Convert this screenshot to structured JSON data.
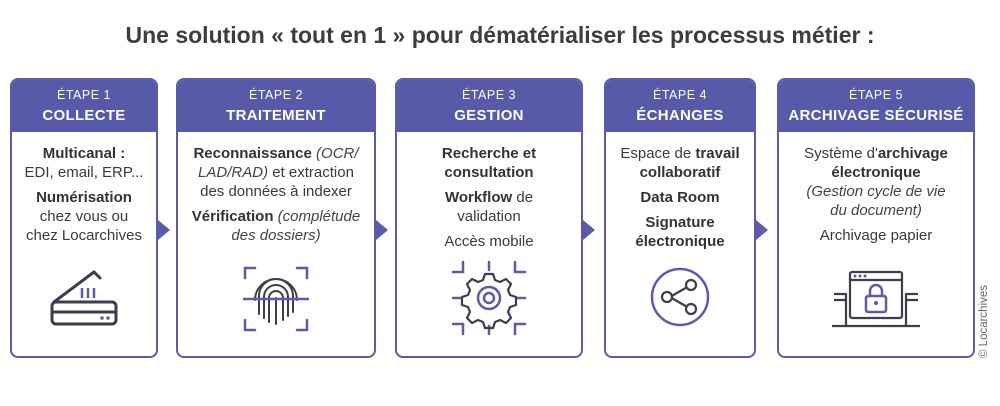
{
  "title": "Une solution « tout en 1 » pour dématérialiser les processus métier :",
  "steps": [
    {
      "label": "ÉTAPE 1",
      "name": "COLLECTE",
      "lines": [
        [
          "Multicanal :"
        ],
        [
          "EDI, email, ERP..."
        ],
        [
          "Numérisation"
        ],
        [
          "chez vous ou"
        ],
        [
          "chez Locarchives"
        ]
      ],
      "icon": "scanner-icon"
    },
    {
      "label": "ÉTAPE 2",
      "name": "TRAITEMENT",
      "r1a": "Reconnaissance",
      "r1b": " (OCR/",
      "r2a": "LAD/RAD)",
      "r2b": " et extraction",
      "r3": "des données à indexer",
      "r4a": "Vérification",
      "r4b": " (complétude",
      "r5": "des dossiers)",
      "icon": "fingerprint-icon"
    },
    {
      "label": "ÉTAPE 3",
      "name": "GESTION",
      "r1": "Recherche et",
      "r2": "consultation",
      "r3a": "Workflow",
      "r3b": " de",
      "r4": "validation",
      "r5": "Accès mobile",
      "icon": "gear-icon"
    },
    {
      "label": "ÉTAPE 4",
      "name": "ÉCHANGES",
      "r1a": "Espace de ",
      "r1b": "travail",
      "r2": "collaboratif",
      "r3": "Data Room",
      "r4": "Signature",
      "r5": "électronique",
      "icon": "share-icon"
    },
    {
      "label": "ÉTAPE 5",
      "name": "ARCHIVAGE SÉCURISÉ",
      "r1a": "Système d'",
      "r1b": "archivage",
      "r2": "électronique",
      "r3": "(Gestion cycle de vie",
      "r4": "du document)",
      "r5": "Archivage papier",
      "icon": "secure-archive-icon"
    }
  ],
  "copyright": "© Locarchives",
  "colors": {
    "accent": "#565aa8",
    "border": "#5b5ba8",
    "text": "#3a3a3a"
  }
}
